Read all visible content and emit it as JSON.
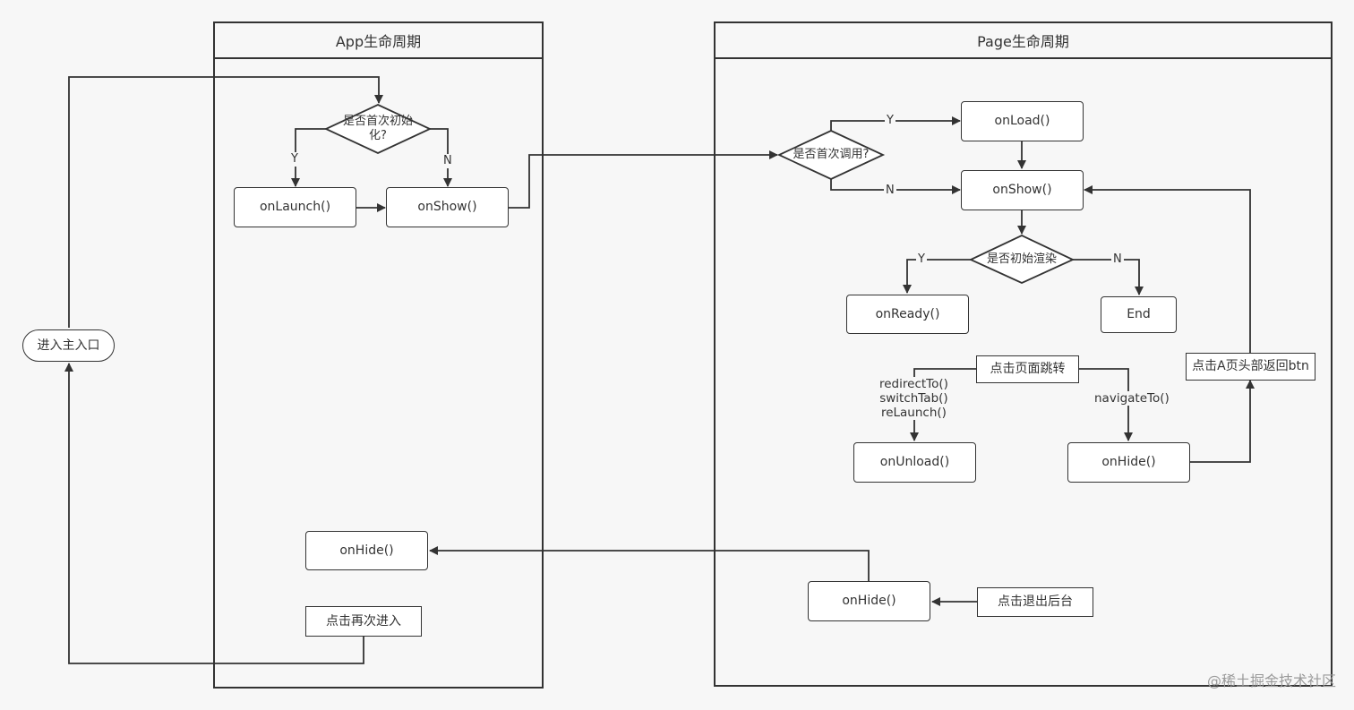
{
  "lanes": {
    "app": "App生命周期",
    "page": "Page生命周期"
  },
  "app": {
    "decision_first_init": "是否首次初始化?",
    "on_launch": "onLaunch()",
    "on_show": "onShow()",
    "on_hide": "onHide()",
    "click_reenter": "点击再次进入",
    "yes": "Y",
    "no": "N"
  },
  "entry": "进入主入口",
  "page": {
    "decision_first_call": "是否首次调用?",
    "on_load": "onLoad()",
    "on_show": "onShow()",
    "decision_first_render": "是否初始渲染",
    "on_ready": "onReady()",
    "end": "End",
    "click_navigate": "点击页面跳转",
    "redirect_methods": "redirectTo()\nswitchTab()\nreLaunch()",
    "navigate_to": "navigateTo()",
    "on_unload": "onUnload()",
    "on_hide_nav": "onHide()",
    "click_back_btn": "点击A页头部返回btn",
    "on_hide_bg": "onHide()",
    "click_exit_bg": "点击退出后台",
    "yes": "Y",
    "no": "N"
  },
  "watermark": "@稀土掘金技术社区"
}
